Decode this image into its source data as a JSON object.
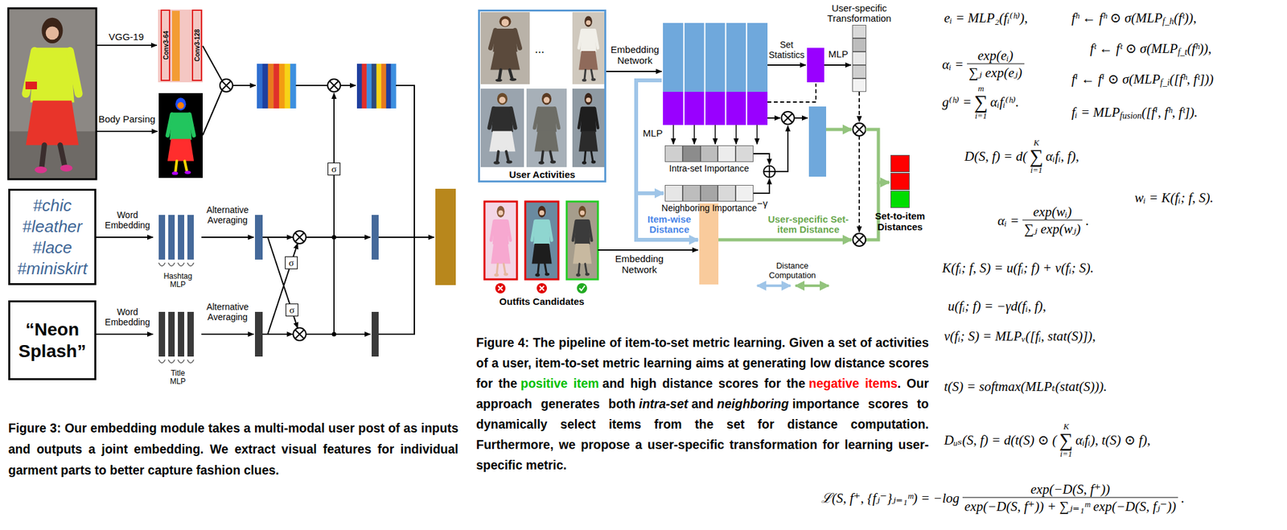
{
  "diagram": {
    "nodes": [
      {
        "text": [
          "Conv3-64"
        ]
      },
      {
        "text": [
          "Conv3-128"
        ]
      },
      {
        "text": [
          "#chic #leather #lace #miniskirt"
        ]
      },
      {
        "text": [
          "σ"
        ]
      },
      {
        "text": [
          "σ"
        ]
      },
      {
        "text": [
          "σ"
        ]
      },
      {
        "text": [
          "“Neon Splash”"
        ]
      },
      {
        "text": [
          "...",
          "User Activities"
        ]
      },
      {
        "text": [
          "User-specific Transformation"
        ]
      },
      {
        "text": [
          "Intra-set Importance"
        ]
      },
      {
        "text": [
          "Neighboring Importance"
        ]
      },
      {
        "text": [
          "Set-to-item Distances"
        ]
      }
    ],
    "labels": [
      "VGG-19",
      "Body Parsing",
      "Word Embedding",
      "Alternative Averaging",
      "Hashtag MLP",
      "Word Embedding",
      "Alternative Averaging",
      "Title MLP",
      "Figure 3: Our embedding module takes a multi-modal user post of as inputs and outputs a joint embedding. We extract visual features for individual garment parts to better capture fashion clues.",
      "Embedding Network",
      "Set Statistics",
      "MLP",
      "MLP",
      "−γ",
      "Item-wise Distance",
      "User-specific Set-item Distance",
      "Outfits Candidates",
      "Embedding Network",
      "Distance Computation",
      "Figure 4: The pipeline of item-to-set metric learning. Given a set of activities of a user, item-to-set metric learning aims at generating low distance scores for the",
      "positive item",
      "and high distance scores for the",
      "negative items",
      ". Our approach generates both",
      "intra-set",
      "and",
      "neighboring",
      "importance scores to dynamically select items from the set for distance computation. Furthermore, we propose a user-specific transformation for learning user-specific metric.",
      "eᵢ = MLP₂(fᵢ⁽ʰ⁾),",
      "fʰ ← fʰ ⊙ σ(MLP",
      "f_h",
      "(fᵗ)),",
      "fᵗ ← fᵗ ⊙ σ(MLP",
      "f_t",
      "(fʰ)),",
      "αᵢ =",
      "exp(eᵢ)",
      "∑ⱼ exp(eⱼ)",
      "fⁱ ← fⁱ ⊙ σ(MLP",
      "f_i",
      "([fʰ, fᵗ]))",
      "g⁽ʰ⁾ =",
      "m",
      "∑",
      "i=1",
      "αᵢfᵢ⁽ʰ⁾.",
      "fᵢ = MLP",
      "fusion",
      "([fⁱ, fʰ, fᵗ]).",
      "D(S, f) = d(",
      "K",
      "∑",
      "i=1",
      "αᵢfᵢ, f),",
      "wᵢ = K(fᵢ; f, S).",
      "αᵢ =",
      "exp(wᵢ)",
      "∑ⱼ exp(wⱼ)",
      ".",
      "K(fᵢ; f, S) = u(fᵢ; f) + v(fᵢ; S).",
      "u(fᵢ; f) = −γd(fᵢ, f),",
      "v(fᵢ; S) = MLPᵥ([fᵢ, stat(S)]),",
      "t(S) = softmax(MLPₜ(stat(S))).",
      "Dᵤₛ(S, f) = d(t(S) ⊙ (",
      "K",
      "∑",
      "i=1",
      "αᵢfᵢ), t(S) ⊙ f),",
      "ℒ(S, f⁺, {fⱼ⁻}ⱼ₌₁ᵐ) = −log",
      "exp(−D(S, f⁺))",
      "exp(−D(S, f⁺)) + ∑ⱼ₌₁ᵐ exp(−D(S, fⱼ⁻))",
      "."
    ]
  }
}
